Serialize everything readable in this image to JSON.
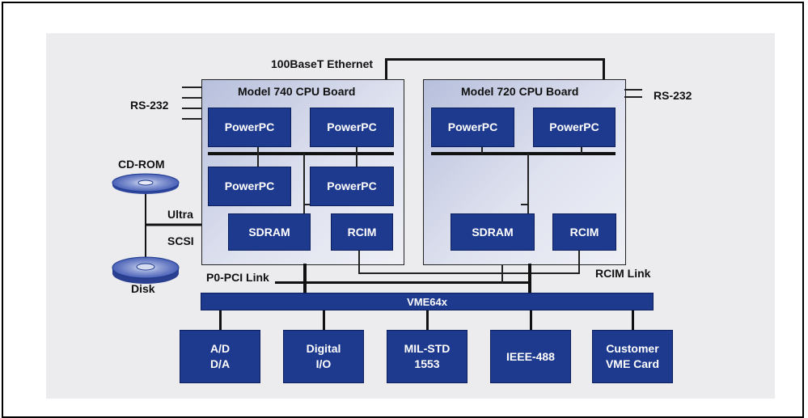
{
  "diagram": {
    "ethernet_label": "100BaseT Ethernet",
    "rs232_left": "RS-232",
    "rs232_right": "RS-232",
    "cdrom_label": "CD-ROM",
    "disk_label": "Disk",
    "ultra_label": "Ultra",
    "scsi_label": "SCSI",
    "p0_pci_label": "P0-PCI Link",
    "rcim_link_label": "RCIM Link",
    "board740": {
      "title": "Model 740 CPU Board",
      "cpus": [
        "PowerPC",
        "PowerPC",
        "PowerPC",
        "PowerPC"
      ],
      "sdram": "SDRAM",
      "rcim": "RCIM"
    },
    "board720": {
      "title": "Model 720 CPU Board",
      "cpus": [
        "PowerPC",
        "PowerPC"
      ],
      "sdram": "SDRAM",
      "rcim": "RCIM"
    },
    "bus_label": "VME64x",
    "cards": [
      "A/D\nD/A",
      "Digital\nI/O",
      "MIL-STD\n1553",
      "IEEE-488",
      "Customer\nVME Card"
    ],
    "colors": {
      "chip": "#1e3a8e",
      "board": "#c9cfe6",
      "panel": "#ececef"
    }
  }
}
